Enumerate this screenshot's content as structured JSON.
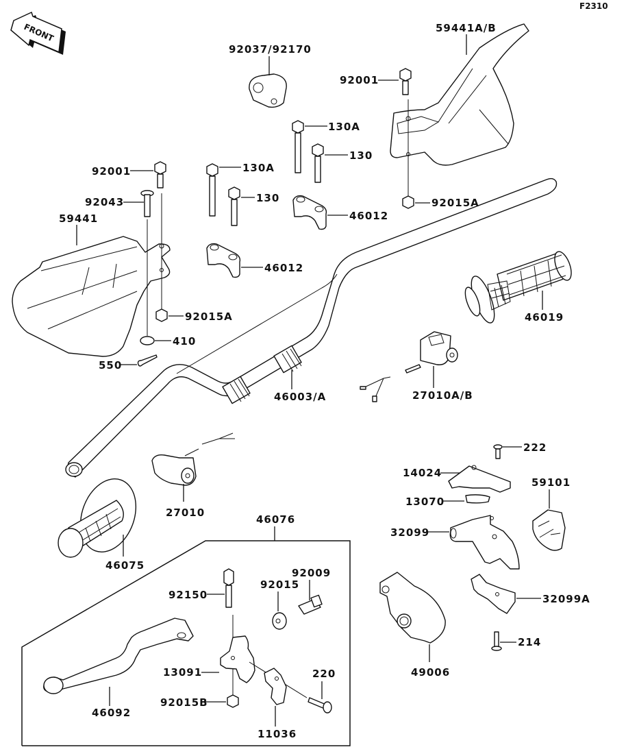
{
  "diagram": {
    "code": "F2310",
    "front_arrow_label": "FRONT",
    "labels": {
      "handguard_right": "59441A/B",
      "clamp_92037": "92037/92170",
      "bolt_92001_right": "92001",
      "bolt_130A_right": "130A",
      "bolt_130_right": "130",
      "bolt_92001_left": "92001",
      "bolt_130A_left": "130A",
      "pin_92043": "92043",
      "bolt_130_left": "130",
      "handguard_left": "59441",
      "nut_92015A_right": "92015A",
      "holder_46012_upper": "46012",
      "holder_46012_lower": "46012",
      "nut_92015A_left": "92015A",
      "grip_46019": "46019",
      "washer_410": "410",
      "cotter_550": "550",
      "handlebar_46003": "46003/A",
      "switch_27010AB": "27010A/B",
      "screw_222": "222",
      "plate_14024": "14024",
      "spring_13070": "13070",
      "collar_59101": "59101",
      "case_32099": "32099",
      "switch_27010": "27010",
      "lever_assy_46076": "46076",
      "grip_46075": "46075",
      "nut_92009_top": "92009",
      "nut_92015": "92015",
      "bolt_92150": "92150",
      "case_32099A": "32099A",
      "throttle_49006": "49006",
      "screw_214": "214",
      "holder_13091": "13091",
      "screw_220": "220",
      "nut_92015B": "92015B",
      "lever_46092": "46092",
      "clamp_11036": "11036"
    }
  }
}
